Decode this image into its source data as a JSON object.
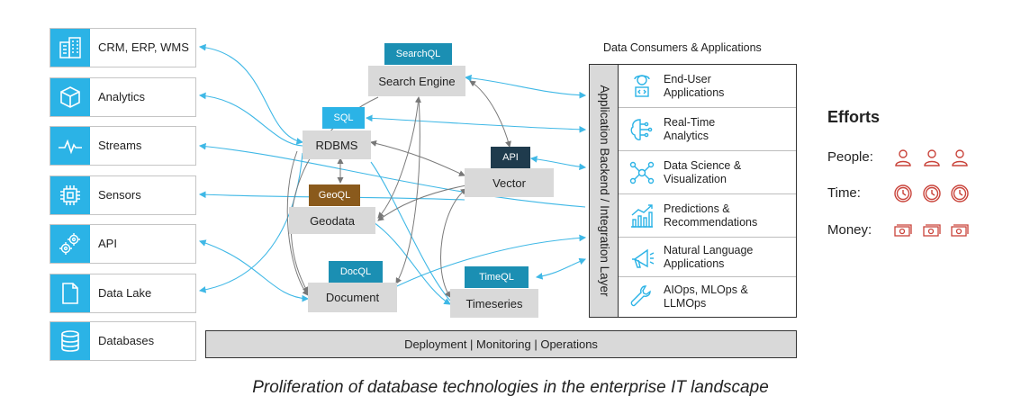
{
  "sources": [
    {
      "label": "CRM, ERP, WMS",
      "icon": "building-icon"
    },
    {
      "label": "Analytics",
      "icon": "cube-icon"
    },
    {
      "label": "Streams",
      "icon": "pulse-icon"
    },
    {
      "label": "Sensors",
      "icon": "chip-icon"
    },
    {
      "label": "API",
      "icon": "gears-icon"
    },
    {
      "label": "Data Lake",
      "icon": "file-icon"
    },
    {
      "label": "Databases",
      "icon": "database-icon"
    }
  ],
  "databases": {
    "search_engine": "Search Engine",
    "rdbms": "RDBMS",
    "vector": "Vector",
    "geodata": "Geodata",
    "document": "Document",
    "timeseries": "Timeseries"
  },
  "tags": {
    "searchql": "SearchQL",
    "sql": "SQL",
    "api": "API",
    "geoql": "GeoQL",
    "docql": "DocQL",
    "timeql": "TimeQL"
  },
  "consumers": {
    "heading": "Data Consumers & Applications",
    "layer": "Application Backend / Integration Layer",
    "items": [
      {
        "line1": "End-User",
        "line2": "Applications",
        "icon": "user-code-icon"
      },
      {
        "line1": "Real-Time",
        "line2": "Analytics",
        "icon": "brain-circuit-icon"
      },
      {
        "line1": "Data Science &",
        "line2": "Visualization",
        "icon": "network-icon"
      },
      {
        "line1": "Predictions &",
        "line2": "Recommendations",
        "icon": "trend-chart-icon"
      },
      {
        "line1": "Natural Language",
        "line2": "Applications",
        "icon": "megaphone-icon"
      },
      {
        "line1": "AIOps, MLOps &",
        "line2": "LLMOps",
        "icon": "wrench-icon"
      }
    ]
  },
  "deployment": "Deployment | Monitoring | Operations",
  "efforts": {
    "title": "Efforts",
    "rows": [
      {
        "label": "People:",
        "icon": "person-icon"
      },
      {
        "label": "Time:",
        "icon": "clock-icon"
      },
      {
        "label": "Money:",
        "icon": "money-icon"
      }
    ]
  },
  "caption": "Proliferation of database technologies in the enterprise IT landscape",
  "colors": {
    "accent_blue": "#2bb3e6",
    "teal_tag": "#1b8fb3",
    "navy_tag": "#1f3b4d",
    "brown_tag": "#8a5a1c",
    "efforts_red": "#c9433a",
    "box_grey": "#d9d9d9"
  }
}
